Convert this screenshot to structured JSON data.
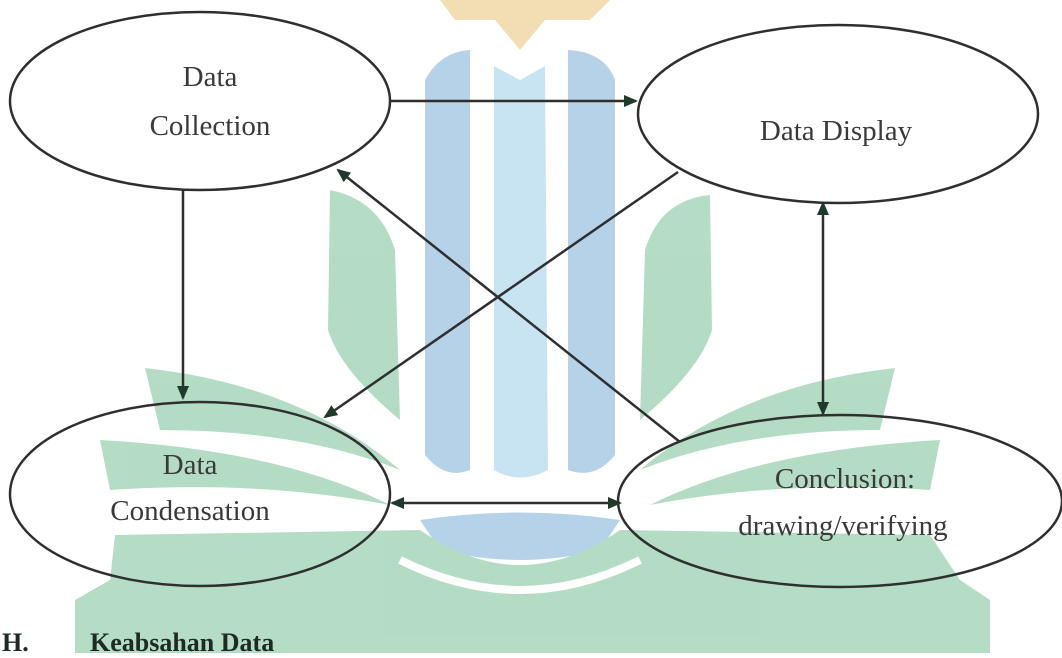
{
  "diagram": {
    "nodes": {
      "data_collection": {
        "lines": [
          "Data",
          "Collection"
        ]
      },
      "data_display": {
        "lines": [
          "Data Display"
        ]
      },
      "data_condensation": {
        "lines": [
          "Data",
          "Condensation"
        ]
      },
      "conclusion": {
        "lines": [
          "Conclusion:",
          "drawing/verifying"
        ]
      }
    },
    "edges": [
      {
        "from": "data_collection",
        "to": "data_display",
        "direction": "forward"
      },
      {
        "from": "data_collection",
        "to": "data_condensation",
        "direction": "forward"
      },
      {
        "from": "data_display",
        "to": "data_condensation",
        "direction": "forward"
      },
      {
        "from": "conclusion",
        "to": "data_collection",
        "direction": "forward"
      },
      {
        "from": "data_display",
        "to": "conclusion",
        "direction": "both"
      },
      {
        "from": "data_condensation",
        "to": "conclusion",
        "direction": "both"
      }
    ],
    "watermark": "university-logo-watermark"
  },
  "section": {
    "number": "H.",
    "title": "Keabsahan Data"
  },
  "colors": {
    "watermark_green": "#9fd3b5",
    "watermark_blue": "#a9cbe6",
    "watermark_gold": "#f1d9a6",
    "stroke": "#2f2f2f",
    "text": "#3a3a3a"
  }
}
